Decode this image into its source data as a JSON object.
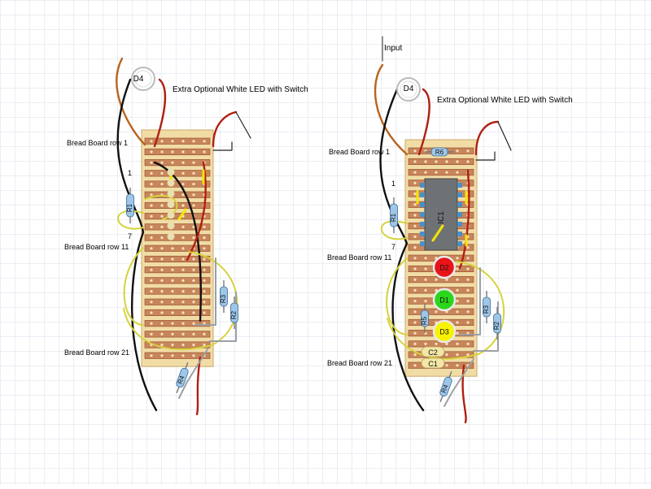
{
  "colors": {
    "grid": "#d9dde8",
    "board": "#f2dca6",
    "strip": "#c9855a",
    "strip_edge": "#8a4a2a",
    "wire_red": "#b01f12",
    "wire_black": "#111111",
    "wire_brown": "#b8641c",
    "wire_yellow": "#d6d33a",
    "wire_grey": "#9aa0a6",
    "link_yellow": "#f3e600",
    "resistor": "#9ec6e8",
    "ic": "#6f7275",
    "led_red": "#e8141a",
    "led_green": "#2bd61b",
    "led_yellow": "#f7f200",
    "cap": "#f3e6a6"
  },
  "left": {
    "led_label": "D4",
    "caption": "Extra Optional White LED with Switch",
    "row1_label": "Bread Board row 1",
    "row11_label": "Bread Board row 11",
    "row21_label": "Bread Board row 21",
    "pin1": "1",
    "pin7": "7",
    "resistors": [
      "R1",
      "R3",
      "R2",
      "R4"
    ]
  },
  "right": {
    "input_label": "Input",
    "led_label": "D4",
    "caption": "Extra Optional White LED with Switch",
    "row1_label": "Bread Board row 1",
    "row11_label": "Bread Board row 11",
    "row21_label": "Bread Board row 21",
    "pin1": "1",
    "pin7": "7",
    "ic_label": "IC1",
    "r6": "R6",
    "resistors": [
      "R1",
      "R3",
      "R5",
      "R2",
      "R4"
    ],
    "leds": [
      "D2",
      "D1",
      "D3"
    ],
    "caps": [
      "C2",
      "C1"
    ]
  }
}
